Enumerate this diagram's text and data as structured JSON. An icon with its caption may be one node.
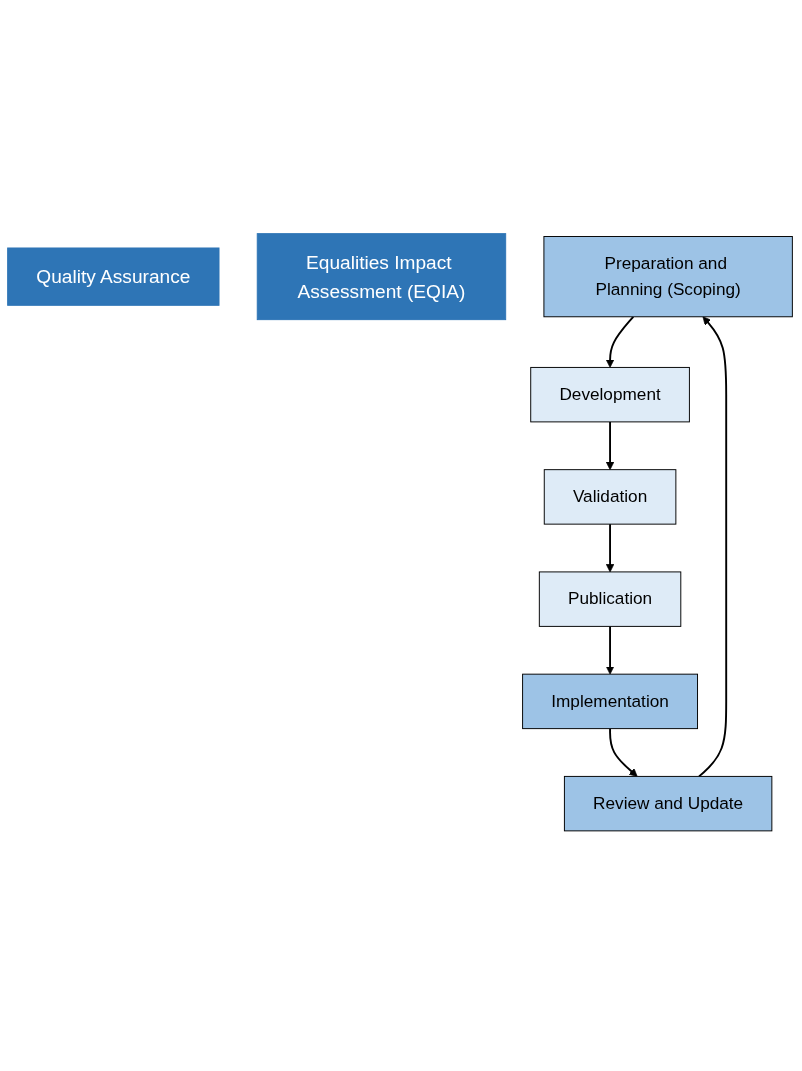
{
  "diagram": {
    "nodes": [
      {
        "text": [
          "Quality Assurance"
        ]
      },
      {
        "text": [
          "Equalities Impact Assessment (EQIA)"
        ]
      },
      {
        "text": [
          "Preparation and Planning (Scoping)"
        ]
      },
      {
        "text": [
          "Development"
        ]
      },
      {
        "text": [
          "Validation"
        ]
      },
      {
        "text": [
          "Publication"
        ]
      },
      {
        "text": [
          "Implementation"
        ]
      },
      {
        "text": [
          "Review and Update"
        ]
      }
    ],
    "edges": [
      {
        "from": 2,
        "to": 3,
        "arrow": "to"
      },
      {
        "from": 3,
        "to": 4,
        "arrow": "to"
      },
      {
        "from": 4,
        "to": 5,
        "arrow": "to"
      },
      {
        "from": 5,
        "to": 6,
        "arrow": "to"
      },
      {
        "from": 6,
        "to": 7,
        "arrow": "to"
      },
      {
        "from": 7,
        "to": 2,
        "arrow": "to"
      }
    ]
  }
}
